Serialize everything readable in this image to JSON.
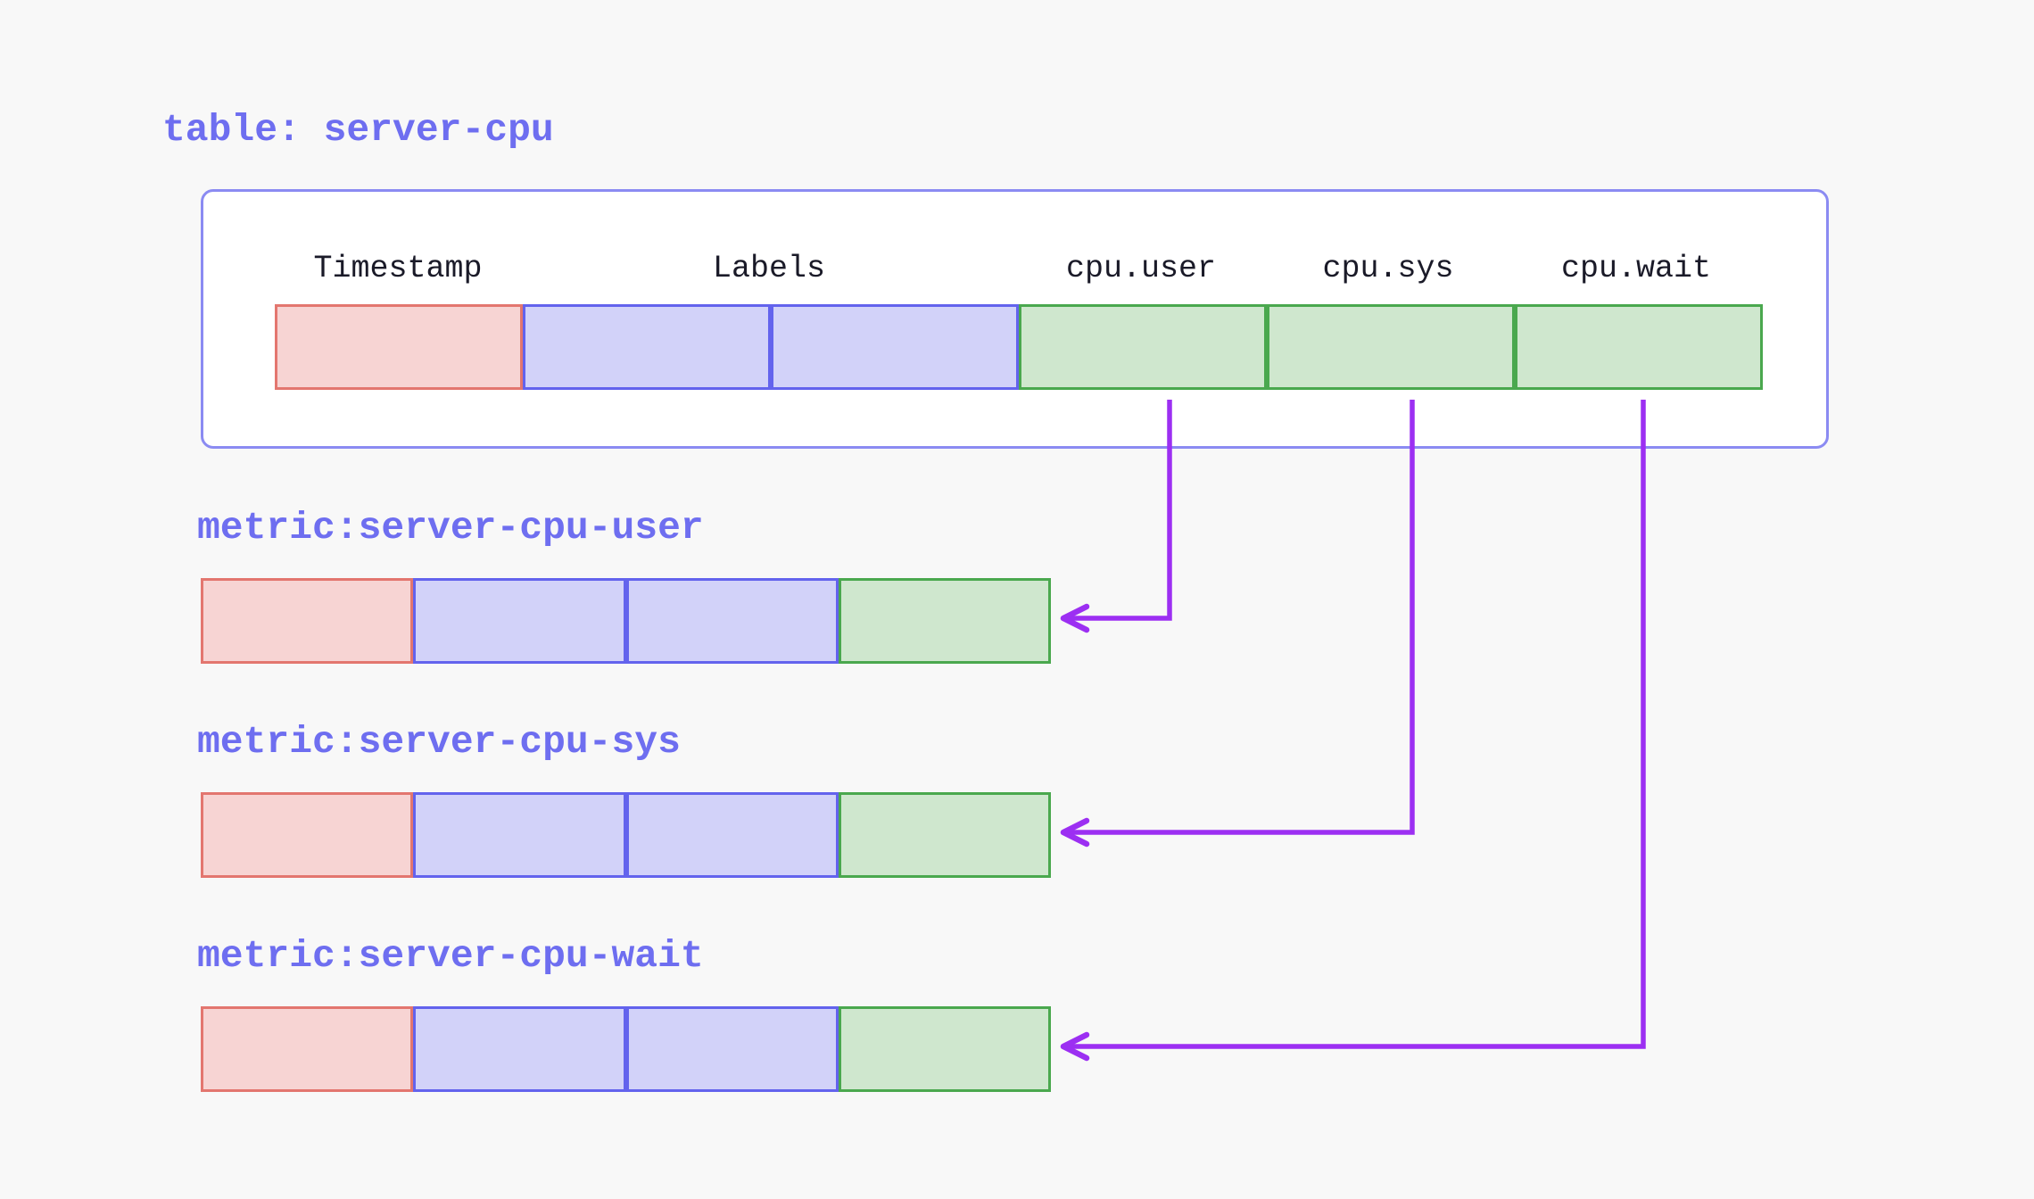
{
  "colors": {
    "page-bg": "#f8f8f8",
    "box-bg": "#ffffff",
    "box-border": "#8b8bf2",
    "timestamp-fill": "#f7d4d3",
    "timestamp-border": "#e3766f",
    "labels-fill": "#d2d2f9",
    "labels-border": "#6363ed",
    "value-fill": "#cfe7ce",
    "value-border": "#4aa84e",
    "accent-text": "#6e6ef0",
    "header-text": "#1a1a28",
    "arrow": "#9c2ff2"
  },
  "table": {
    "title": "table: server-cpu",
    "column_headers": [
      "Timestamp",
      "Labels",
      "cpu.user",
      "cpu.sys",
      "cpu.wait"
    ],
    "row_cell_types": [
      "timestamp",
      "labels",
      "labels",
      "value",
      "value",
      "value"
    ]
  },
  "metrics": [
    {
      "title": "metric:server-cpu-user",
      "arrow_from_column": "cpu.user"
    },
    {
      "title": "metric:server-cpu-sys",
      "arrow_from_column": "cpu.sys"
    },
    {
      "title": "metric:server-cpu-wait",
      "arrow_from_column": "cpu.wait"
    }
  ]
}
